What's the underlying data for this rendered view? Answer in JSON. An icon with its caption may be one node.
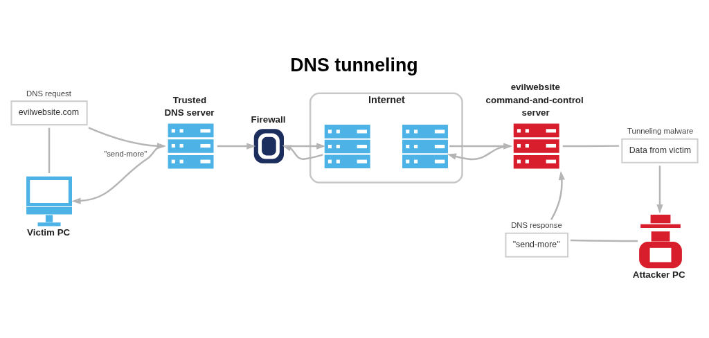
{
  "diagram": {
    "title": "DNS tunneling",
    "nodes": [
      {
        "text": [
          "DNS request",
          "evilwebsite.com"
        ]
      },
      {
        "text": [
          "Trusted DNS server"
        ]
      },
      {
        "text": [
          "Firewall"
        ]
      },
      {
        "text": [
          "Internet"
        ]
      },
      {
        "text": [],
        "shape": "picture",
        "in": 3
      },
      {
        "text": [],
        "shape": "picture",
        "in": 3
      },
      {
        "text": [
          "evilwebsite command-and-control server"
        ]
      },
      {
        "text": [
          "Tunneling malware",
          "Data from victim"
        ]
      },
      {
        "text": [
          "Victim PC"
        ]
      },
      {
        "text": [
          "DNS response",
          "\"send-more\""
        ]
      },
      {
        "text": [
          "Attacker PC"
        ]
      }
    ],
    "edges": [
      {
        "from": 0,
        "to": 8,
        "arrow": "none"
      },
      {
        "from": 0,
        "to": 1,
        "arrow": "to"
      },
      {
        "from": 1,
        "to": 2,
        "arrow": "to"
      },
      {
        "from": 4,
        "to": 2,
        "arrow": "to"
      },
      {
        "from": 2,
        "to": 4,
        "arrow": "to"
      },
      {
        "from": 6,
        "to": 5,
        "arrow": "to"
      },
      {
        "from": 5,
        "to": 6,
        "arrow": "to"
      },
      {
        "from": 6,
        "to": 7,
        "arrow": "none"
      },
      {
        "from": 7,
        "to": 10,
        "arrow": "to"
      },
      {
        "from": 10,
        "to": 9,
        "arrow": "none"
      },
      {
        "from": 9,
        "to": 6,
        "arrow": "to"
      },
      {
        "from": 1,
        "to": 8,
        "arrow": "to",
        "label": "\"send-more\""
      }
    ]
  }
}
